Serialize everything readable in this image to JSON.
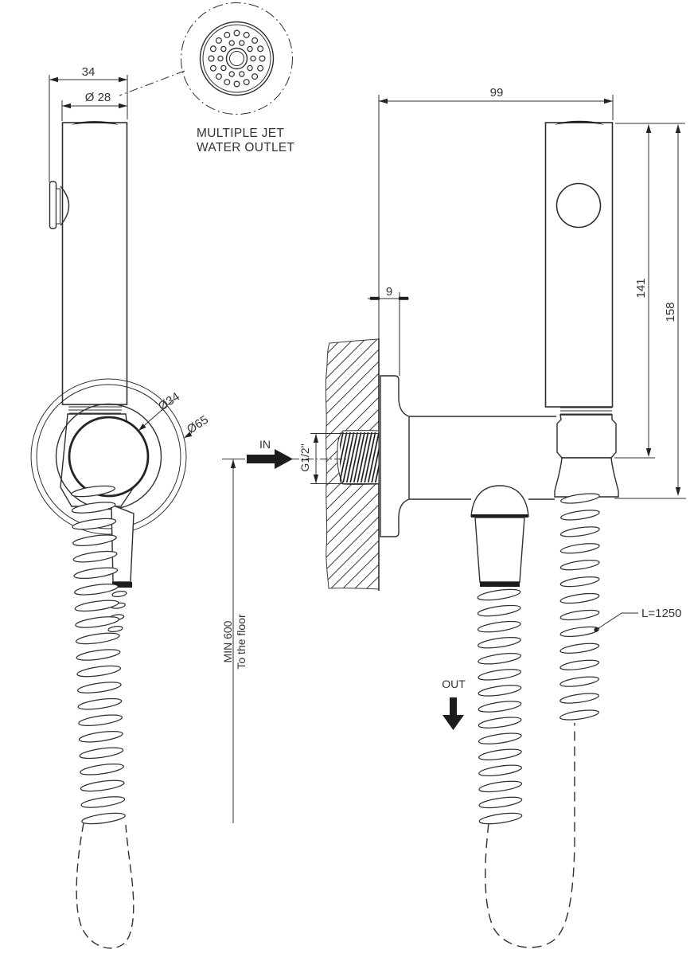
{
  "detail_callout": {
    "line1": "MULTIPLE JET",
    "line2": "WATER OUTLET"
  },
  "labels": {
    "inlet": "IN",
    "outlet": "OUT"
  },
  "dimensions": {
    "handle_overall_width": "34",
    "handle_diameter": "Ø 28",
    "holder_ring_diameter": "Ø34",
    "wall_flange_diameter": "Ø65",
    "bracket_projection": "99",
    "flange_depth": "9",
    "top_to_hose_nut": "141",
    "top_to_cone_end": "158",
    "inlet_thread": "G1/2\"",
    "min_floor_distance": "MIN 600",
    "min_floor_note": "To the floor",
    "hose_length": "L=1250"
  },
  "colors": {
    "line": "#2f2f2f",
    "dark_fill": "#1c1c1c",
    "background": "#ffffff"
  }
}
